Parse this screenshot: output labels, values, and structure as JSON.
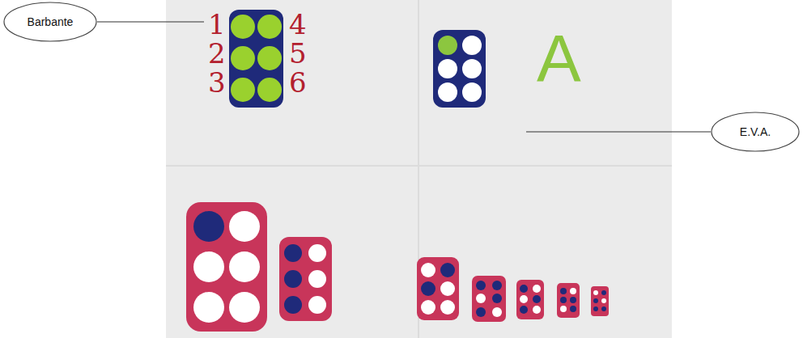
{
  "diagram": {
    "nodes": [
      {
        "text": [
          "Barbante"
        ]
      },
      {
        "text": [
          "E.V.A."
        ]
      }
    ],
    "labels": [
      "1",
      "2",
      "3",
      "4",
      "5",
      "6",
      "A"
    ]
  }
}
